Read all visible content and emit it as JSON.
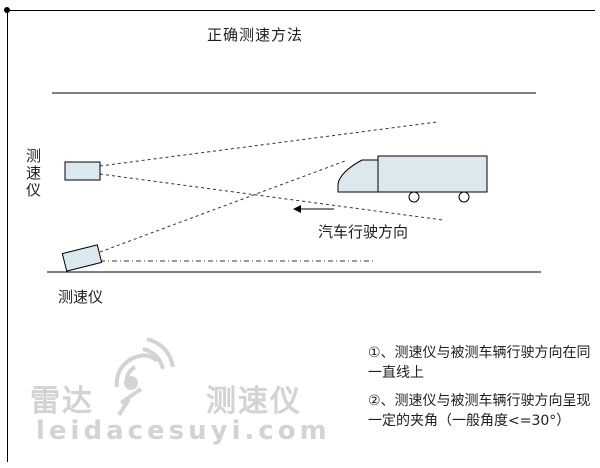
{
  "title": "正确测速方法",
  "labels": {
    "gun_top": "测速仪",
    "gun_bottom": "测速仪",
    "direction": "汽车行驶方向"
  },
  "notes": [
    "①、测速仪与被测车辆行驶方向在同一直线上",
    "②、测速仪与被测车辆行驶方向呈现一定的夹角（一般角度<=30°）"
  ],
  "watermark": {
    "cn_left": "雷达",
    "cn_right": "测速仪",
    "en": "leidacesuyi.com"
  },
  "colors": {
    "line": "#000000",
    "beam": "#333333",
    "gun_fill": "#dbe9ef",
    "truck_fill": "#dbe9ef",
    "watermark": "#d3d3d3"
  }
}
